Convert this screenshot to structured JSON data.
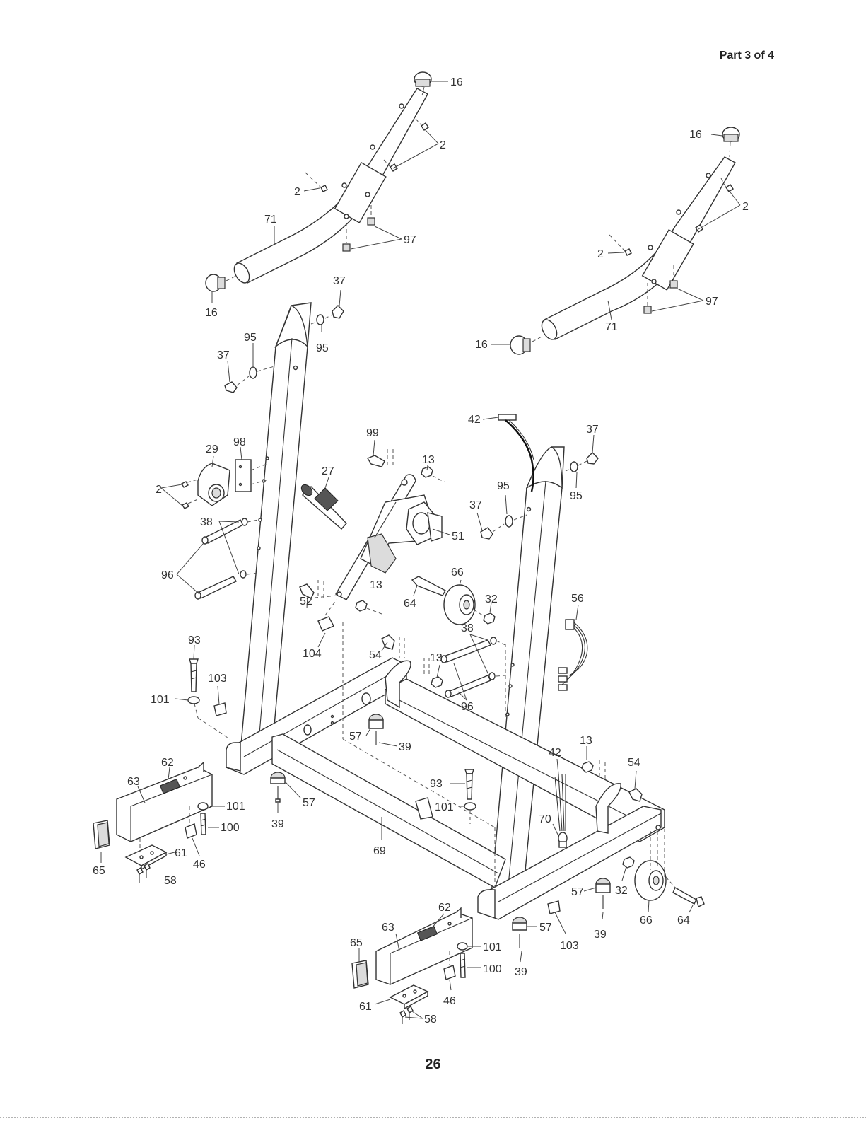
{
  "header": {
    "part_label": "Part 3 of 4"
  },
  "footer": {
    "page_number": "26"
  },
  "callouts": {
    "c16a": "16",
    "c16b": "16",
    "c16c": "16",
    "c16d": "16",
    "c2a": "2",
    "c2b": "2",
    "c2c": "2",
    "c2d": "2",
    "c2e": "2",
    "c71a": "71",
    "c71b": "71",
    "c97a": "97",
    "c97b": "97",
    "c37a": "37",
    "c37b": "37",
    "c37c": "37",
    "c37d": "37",
    "c95a": "95",
    "c95b": "95",
    "c95c": "95",
    "c95d": "95",
    "c42a": "42",
    "c42b": "42",
    "c99": "99",
    "c13a": "13",
    "c13b": "13",
    "c13c": "13",
    "c13d": "13",
    "c29": "29",
    "c98": "98",
    "c27": "27",
    "c51": "51",
    "c38a": "38",
    "c38b": "38",
    "c96a": "96",
    "c96b": "96",
    "c52": "52",
    "c104": "104",
    "c64a": "64",
    "c64b": "64",
    "c66a": "66",
    "c66b": "66",
    "c32a": "32",
    "c32b": "32",
    "c56": "56",
    "c54a": "54",
    "c54b": "54",
    "c93a": "93",
    "c93b": "93",
    "c103a": "103",
    "c103b": "103",
    "c101a": "101",
    "c101b": "101",
    "c101c": "101",
    "c101d": "101",
    "c57a": "57",
    "c57b": "57",
    "c57c": "57",
    "c57d": "57",
    "c39a": "39",
    "c39b": "39",
    "c39c": "39",
    "c39d": "39",
    "c62a": "62",
    "c62b": "62",
    "c63a": "63",
    "c63b": "63",
    "c100a": "100",
    "c100b": "100",
    "c65a": "65",
    "c65b": "65",
    "c61a": "61",
    "c61b": "61",
    "c46a": "46",
    "c46b": "46",
    "c58a": "58",
    "c58b": "58",
    "c69": "69",
    "c70": "70"
  }
}
